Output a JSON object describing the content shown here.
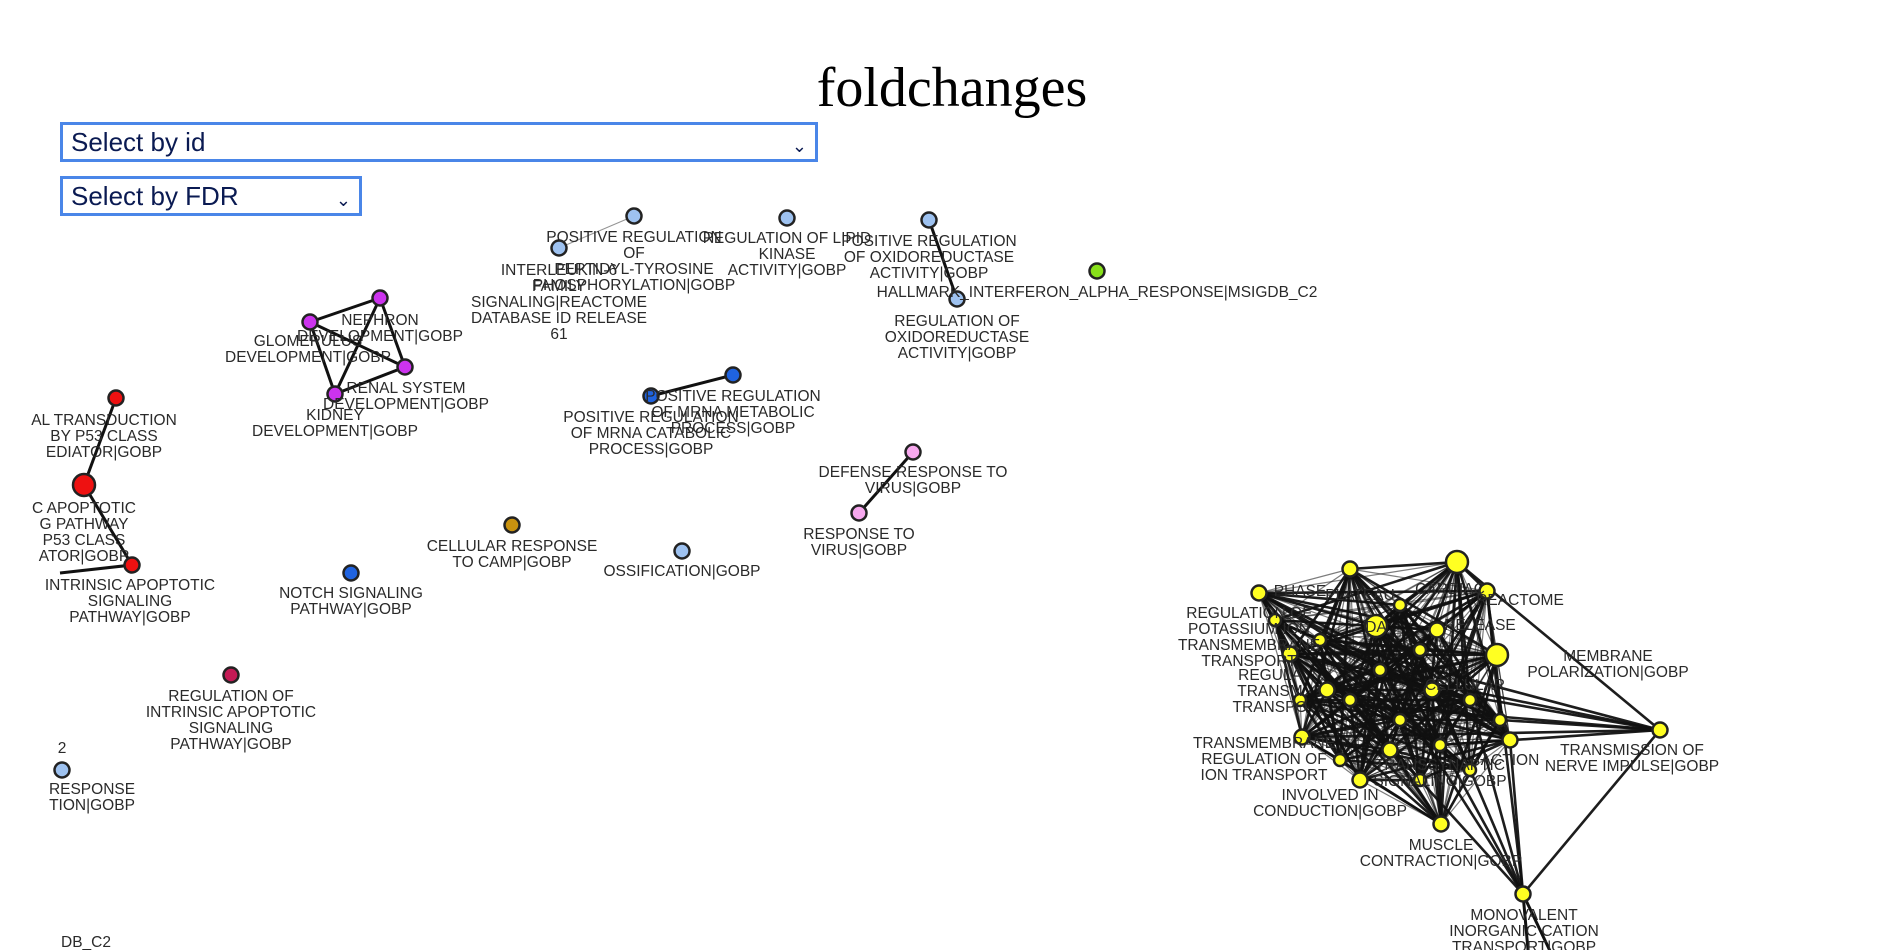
{
  "page": {
    "title": "foldchanges"
  },
  "controls": {
    "select_id": {
      "selected": "Select by id"
    },
    "select_fdr": {
      "selected": "Select by FDR"
    }
  },
  "colors": {
    "red": "#ee1111",
    "magenta": "#cc33ee",
    "blue": "#1f63e0",
    "lightblue": "#9ec2f0",
    "pink": "#f7a8ee",
    "gold": "#c9920f",
    "green": "#88e01a",
    "crimson": "#c41a55",
    "yellow": "#ffff22"
  },
  "network": {
    "nodes": [
      {
        "id": "p53_signal",
        "color": "red",
        "lines": [
          "AL TRANSDUCTION",
          "BY P53 CLASS",
          "EDIATOR|GOBP"
        ]
      },
      {
        "id": "p53_apop",
        "color": "red",
        "size": "large",
        "lines": [
          "C APOPTOTIC",
          "G PATHWAY",
          "P53 CLASS",
          "ATOR|GOBP"
        ]
      },
      {
        "id": "intrinsic",
        "color": "red",
        "lines": [
          "INTRINSIC APOPTOTIC",
          "SIGNALING",
          "PATHWAY|GOBP"
        ]
      },
      {
        "id": "nephron",
        "color": "magenta",
        "lines": [
          "NEPHRON",
          "DEVELOPMENT|GOBP"
        ]
      },
      {
        "id": "glomerulus",
        "color": "magenta",
        "lines": [
          "GLOMERULUS",
          "DEVELOPMENT|GOBP"
        ]
      },
      {
        "id": "renal",
        "color": "magenta",
        "lines": [
          "RENAL SYSTEM",
          "DEVELOPMENT|GOBP"
        ]
      },
      {
        "id": "kidney",
        "color": "magenta",
        "lines": [
          "KIDNEY",
          "DEVELOPMENT|GOBP"
        ]
      },
      {
        "id": "pos_reg_top",
        "color": "lightblue",
        "lines": [
          "POSITIVE REGULATION",
          "OF",
          "PEPTIDYL-TYROSINE",
          "PHOSPHORYLATION|GOBP"
        ]
      },
      {
        "id": "interleukin",
        "color": "lightblue",
        "lines": [
          "INTERLEUKIN-6",
          "FAMILY",
          "SIGNALING|REACTOME",
          "DATABASE ID RELEASE",
          "61"
        ]
      },
      {
        "id": "lipid_kinase",
        "color": "lightblue",
        "lines": [
          "REGULATION OF LIPID",
          "KINASE",
          "ACTIVITY|GOBP"
        ]
      },
      {
        "id": "pos_oxido",
        "color": "lightblue",
        "lines": [
          "POSITIVE REGULATION",
          "OF OXIDOREDUCTASE",
          "ACTIVITY|GOBP"
        ]
      },
      {
        "id": "reg_oxido",
        "color": "lightblue",
        "lines": [
          "REGULATION OF",
          "OXIDOREDUCTASE",
          "ACTIVITY|GOBP"
        ]
      },
      {
        "id": "ifn_alpha",
        "color": "green",
        "lines": [
          "HALLMARK_INTERFERON_ALPHA_RESPONSE|MSIGDB_C2"
        ]
      },
      {
        "id": "pos_mrna_meta",
        "color": "blue",
        "lines": [
          "POSITIVE REGULATION",
          "OF MRNA METABOLIC",
          "PROCESS|GOBP"
        ]
      },
      {
        "id": "pos_mrna_cata",
        "color": "blue",
        "lines": [
          "POSITIVE REGULATION",
          "OF MRNA CATABOLIC",
          "PROCESS|GOBP"
        ]
      },
      {
        "id": "defense_virus",
        "color": "pink",
        "lines": [
          "DEFENSE RESPONSE TO",
          "VIRUS|GOBP"
        ]
      },
      {
        "id": "response_virus",
        "color": "pink",
        "lines": [
          "RESPONSE TO",
          "VIRUS|GOBP"
        ]
      },
      {
        "id": "camp",
        "color": "gold",
        "lines": [
          "CELLULAR RESPONSE",
          "TO CAMP|GOBP"
        ]
      },
      {
        "id": "ossification",
        "color": "lightblue",
        "lines": [
          "OSSIFICATION|GOBP"
        ]
      },
      {
        "id": "notch",
        "color": "blue",
        "lines": [
          "NOTCH SIGNALING",
          "PATHWAY|GOBP"
        ]
      },
      {
        "id": "reg_intrinsic",
        "color": "crimson",
        "lines": [
          "REGULATION OF",
          "INTRINSIC APOPTOTIC",
          "SIGNALING",
          "PATHWAY|GOBP"
        ]
      },
      {
        "id": "left_cut_response",
        "color": "lightblue",
        "lines": [
          "RESPONSE",
          "TION|GOBP"
        ]
      },
      {
        "id": "left_cut_2",
        "color": null,
        "lines": [
          "2"
        ]
      },
      {
        "id": "left_cut_c2",
        "color": null,
        "lines": [
          "DB_C2"
        ]
      },
      {
        "id": "y_phase",
        "color": "yellow",
        "lines": [
          "PHASE"
        ]
      },
      {
        "id": "y_top1",
        "color": "yellow",
        "lines": [
          "PLATEAU"
        ]
      },
      {
        "id": "y_top2",
        "color": "yellow",
        "size": "large",
        "lines": [
          "CARDIAC"
        ]
      },
      {
        "id": "y_reactome",
        "color": "yellow",
        "lines": [
          "REACTOME"
        ]
      },
      {
        "id": "y_reg_potassium",
        "color": "yellow",
        "lines": [
          "REGULATION OF",
          "POTASSIUM ION",
          "TRANSMEMBRANE",
          "TRANSPORT"
        ]
      },
      {
        "id": "y_center",
        "color": "yellow",
        "size": "large",
        "lines": [
          "DA"
        ]
      },
      {
        "id": "y_membrane",
        "color": "yellow",
        "size": "large",
        "lines": [
          "MEMBRANE",
          "POLARIZATION|GOBP"
        ]
      },
      {
        "id": "y_release",
        "color": "yellow",
        "lines": [
          "RELEASE"
        ]
      },
      {
        "id": "y_reg2",
        "color": "yellow",
        "lines": [
          "REGULA",
          "TRANSM",
          "TRANSPO"
        ]
      },
      {
        "id": "y_cellular",
        "color": "yellow",
        "lines": [
          "CELLULAR"
        ]
      },
      {
        "id": "y_synapse",
        "color": "yellow",
        "lines": [
          "TRANSMISSION OF",
          "NERVE IMPULSE|GOBP"
        ]
      },
      {
        "id": "y_trans_low",
        "color": "yellow",
        "lines": [
          "TRANSMEMBRANE",
          "REGULATION OF",
          "ION TRANSPORT"
        ]
      },
      {
        "id": "y_synaptic",
        "color": "yellow",
        "lines": [
          "TRANSSYNAPTIC",
          "SIGNALING|GOBP"
        ]
      },
      {
        "id": "y_action",
        "color": "yellow",
        "lines": [
          "ACTION"
        ]
      },
      {
        "id": "y_conduction",
        "color": "yellow",
        "lines": [
          "INVOLVED IN",
          "CONDUCTION|GOBP"
        ]
      },
      {
        "id": "y_muscle",
        "color": "yellow",
        "lines": [
          "MUSCLE",
          "CONTRACTION|GOBP"
        ]
      },
      {
        "id": "y_monovalent",
        "color": "yellow",
        "lines": [
          "MONOVALENT",
          "INORGANIC CATION",
          "TRANSPORT|GOBP"
        ]
      }
    ]
  }
}
